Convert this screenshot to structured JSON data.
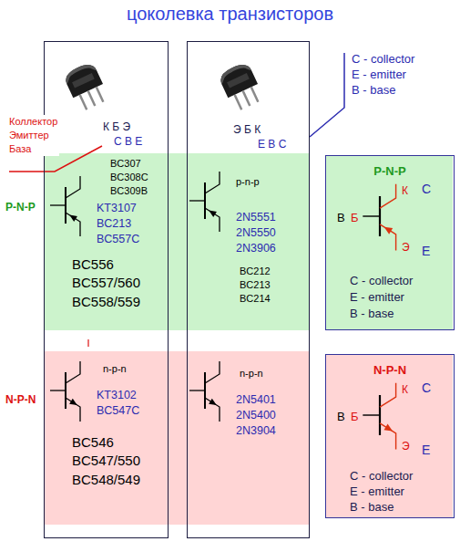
{
  "diagram": {
    "title": "цоколевка транзисторов",
    "nodes": [
      {
        "text": [
          "К Б Э",
          "C B E"
        ]
      },
      {
        "text": [
          "Э Б К",
          "E B C"
        ]
      },
      {
        "text": [
          "BC307 BC308C BC309B",
          "KT3107 BC213 BC557C",
          "BC556 BC557/560 BC558/559"
        ],
        "in": 0
      },
      {
        "text": [
          "n-p-n",
          "KT3102 BC547C",
          "BC546 BC547/550 BC548/549"
        ],
        "in": 0
      },
      {
        "text": [
          "p-n-p",
          "2N5551 2N5550 2N3906",
          "BC212 BC213 BC214"
        ],
        "in": 1
      },
      {
        "text": [
          "n-p-n",
          "2N5401 2N5400 2N3904"
        ],
        "in": 1
      },
      {
        "text": [
          "P-N-P",
          "B",
          "Б",
          "К",
          "C",
          "Э",
          "E",
          "C - collector",
          "E - emitter",
          "B - base"
        ]
      },
      {
        "text": [
          "N-P-N",
          "B",
          "Б",
          "К",
          "C",
          "Э",
          "E",
          "C - collector",
          "E - emitter",
          "B - base"
        ]
      }
    ],
    "labels": [
      "P-N-P",
      "N-P-N",
      "Коллектор Эмиттер База",
      "C - collector",
      "E - emitter",
      "B - base"
    ]
  }
}
